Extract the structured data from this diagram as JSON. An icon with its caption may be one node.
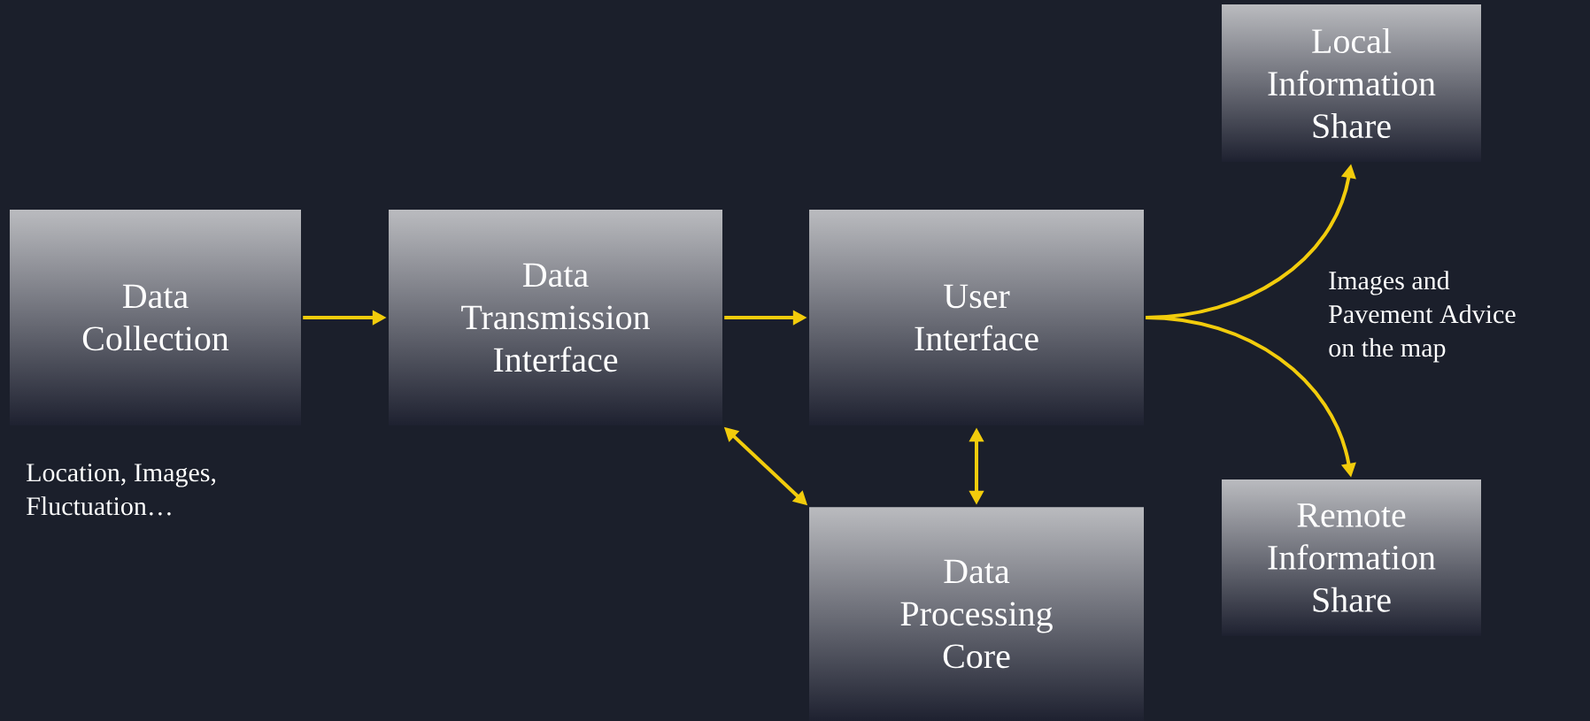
{
  "diagram": {
    "nodes": [
      {
        "text": [
          "Data Collection"
        ]
      },
      {
        "text": [
          "Data Transmission Interface"
        ]
      },
      {
        "text": [
          "User Interface"
        ]
      },
      {
        "text": [
          "Local Information Share"
        ]
      },
      {
        "text": [
          "Remote Information Share"
        ]
      },
      {
        "text": [
          "Data Processing Core"
        ]
      }
    ],
    "edges": [
      {
        "from": 0,
        "to": 1,
        "arrow": "to"
      },
      {
        "from": 1,
        "to": 2,
        "arrow": "to"
      },
      {
        "from": 2,
        "to": 3,
        "arrow": "to"
      },
      {
        "from": 2,
        "to": 4,
        "arrow": "to"
      },
      {
        "from": 1,
        "to": 5,
        "arrow": "both"
      },
      {
        "from": 2,
        "to": 5,
        "arrow": "both"
      }
    ],
    "labels": [
      "Location, Images, Fluctuation…",
      "Images and Pavement Advice on the map"
    ]
  }
}
